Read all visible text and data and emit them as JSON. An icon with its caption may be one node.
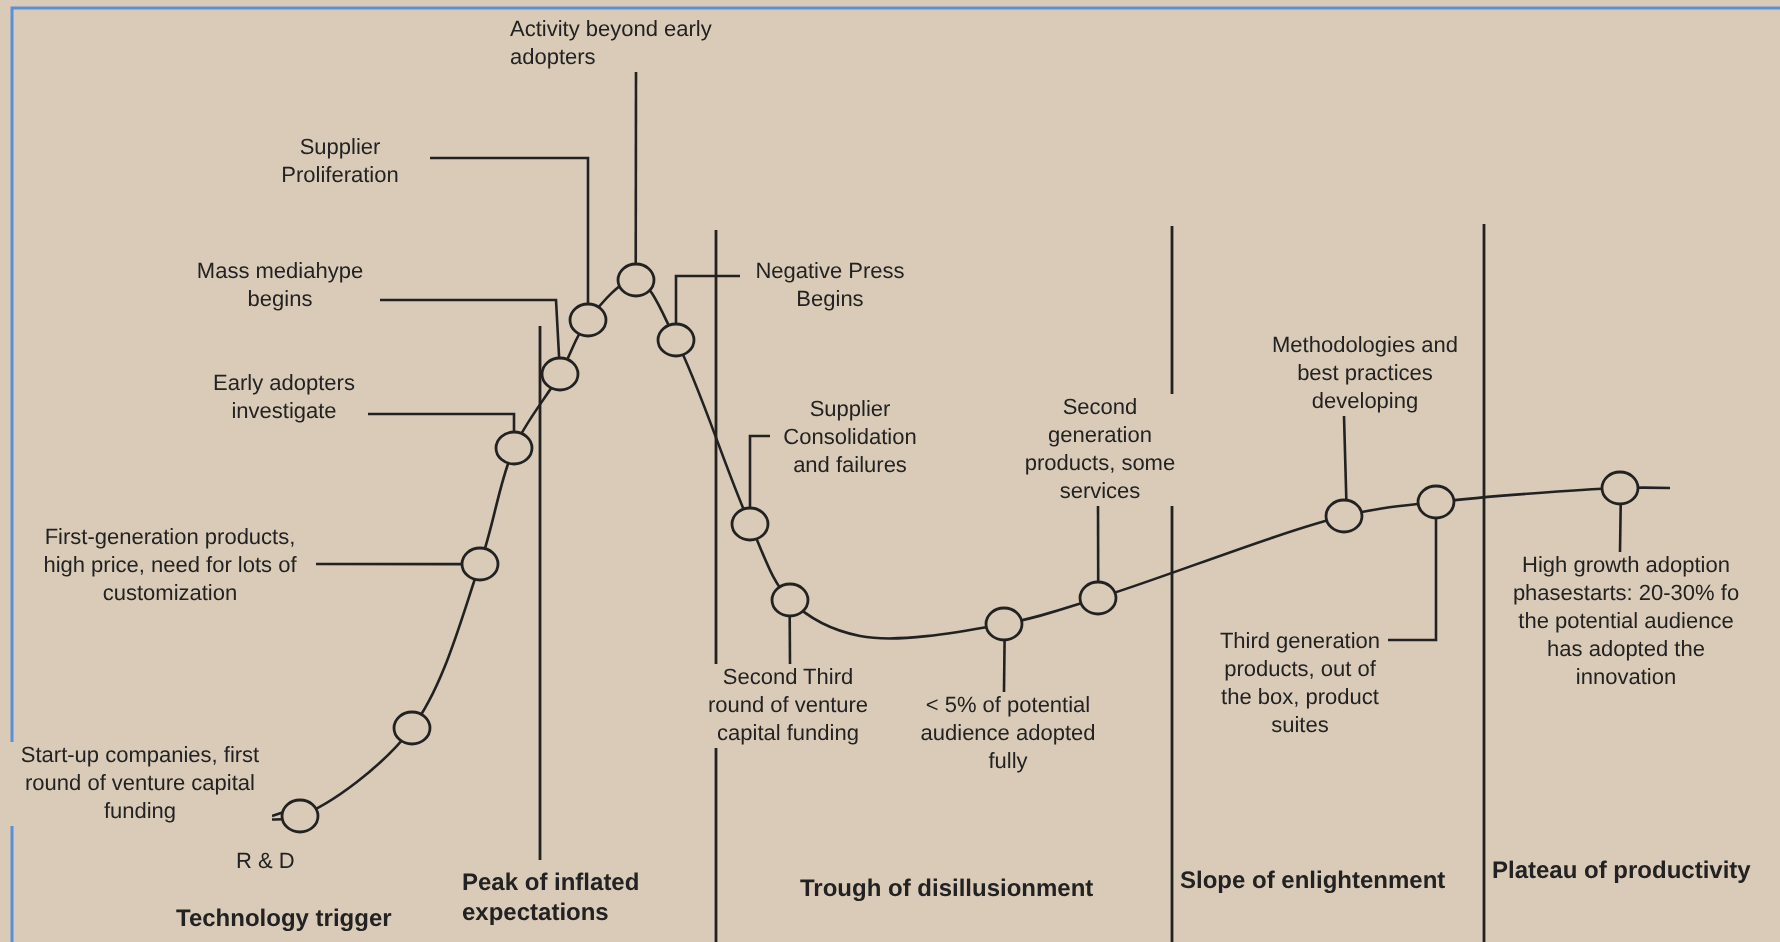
{
  "diagram": {
    "nodes": [
      {
        "text": [
          "Activity beyond early adopters"
        ]
      },
      {
        "text": [
          "Supplier Proliferation"
        ]
      },
      {
        "text": [
          "Mass mediahype begins"
        ]
      },
      {
        "text": [
          "Early adopters investigate"
        ]
      },
      {
        "text": [
          "First-generation products, high price, need for lots of customization"
        ]
      },
      {
        "text": [
          "Start-up companies, first round of venture capital funding"
        ]
      },
      {
        "text": [
          "Negative Press Begins"
        ]
      },
      {
        "text": [
          "Supplier Consolidation and failures"
        ]
      },
      {
        "text": [
          "Second Third round of venture capital funding"
        ]
      },
      {
        "text": [
          "< 5% of potential audience adopted fully"
        ]
      },
      {
        "text": [
          "Second generation products, some services"
        ]
      },
      {
        "text": [
          "Methodologies and best practices developing"
        ]
      },
      {
        "text": [
          "Third generation products, out of the box, product suites"
        ]
      },
      {
        "text": [
          "High growth adoption phasestarts: 20-30% fo the potential audience has adopted the innovation"
        ]
      },
      {
        "text": [],
        "shape": "circle"
      },
      {
        "text": [],
        "shape": "circle"
      },
      {
        "text": [],
        "shape": "circle"
      },
      {
        "text": [],
        "shape": "circle"
      },
      {
        "text": [],
        "shape": "circle"
      },
      {
        "text": [],
        "shape": "circle"
      },
      {
        "text": [],
        "shape": "circle"
      },
      {
        "text": [],
        "shape": "circle"
      },
      {
        "text": [],
        "shape": "circle"
      },
      {
        "text": [],
        "shape": "circle"
      },
      {
        "text": [],
        "shape": "circle"
      },
      {
        "text": [],
        "shape": "circle"
      },
      {
        "text": [],
        "shape": "circle"
      },
      {
        "text": [],
        "shape": "circle"
      },
      {
        "text": [],
        "shape": "circle"
      }
    ],
    "edges": [
      {
        "from": 0,
        "to": 20,
        "arrow": "none"
      },
      {
        "from": 1,
        "to": 19,
        "arrow": "none"
      },
      {
        "from": 2,
        "to": 18,
        "arrow": "none"
      },
      {
        "from": 3,
        "to": 17,
        "arrow": "none"
      },
      {
        "from": 4,
        "to": 16,
        "arrow": "none"
      },
      {
        "from": 5,
        "to": 14,
        "arrow": "none"
      },
      {
        "from": 6,
        "to": 21,
        "arrow": "none"
      },
      {
        "from": 7,
        "to": 22,
        "arrow": "none"
      },
      {
        "from": 8,
        "to": 23,
        "arrow": "none"
      },
      {
        "from": 9,
        "to": 24,
        "arrow": "none"
      },
      {
        "from": 10,
        "to": 25,
        "arrow": "none"
      },
      {
        "from": 11,
        "to": 26,
        "arrow": "none"
      },
      {
        "from": 12,
        "to": 27,
        "arrow": "none"
      },
      {
        "from": 13,
        "to": 28,
        "arrow": "none"
      }
    ],
    "labels": [
      "R & D",
      "Technology trigger",
      "Peak of inflated expectations",
      "Trough of disillusionment",
      "Slope of enlightenment",
      "Plateau of productivity"
    ]
  }
}
